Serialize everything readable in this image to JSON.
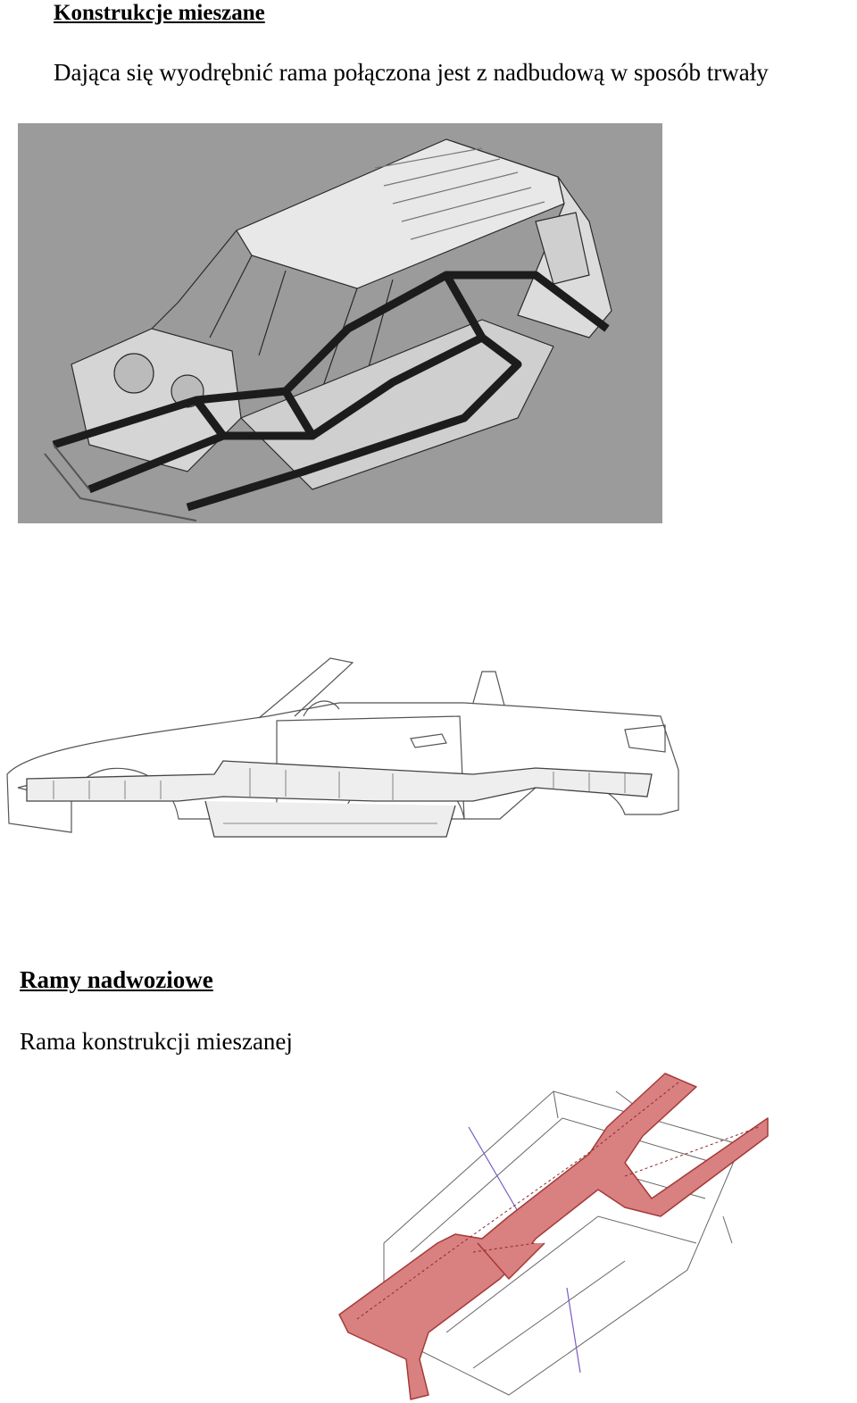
{
  "sections": [
    {
      "heading": "Konstrukcje mieszane",
      "paragraph": "Dająca się wyodrębnić rama połączona jest z nadbudową w sposób trwały"
    },
    {
      "heading": "Ramy nadwoziowe",
      "paragraph": "Rama konstrukcji mieszanej"
    }
  ],
  "colors": {
    "figure_background": "#9a9a9a",
    "frame_highlight": "#d97a7a",
    "line_art": "#555555"
  }
}
